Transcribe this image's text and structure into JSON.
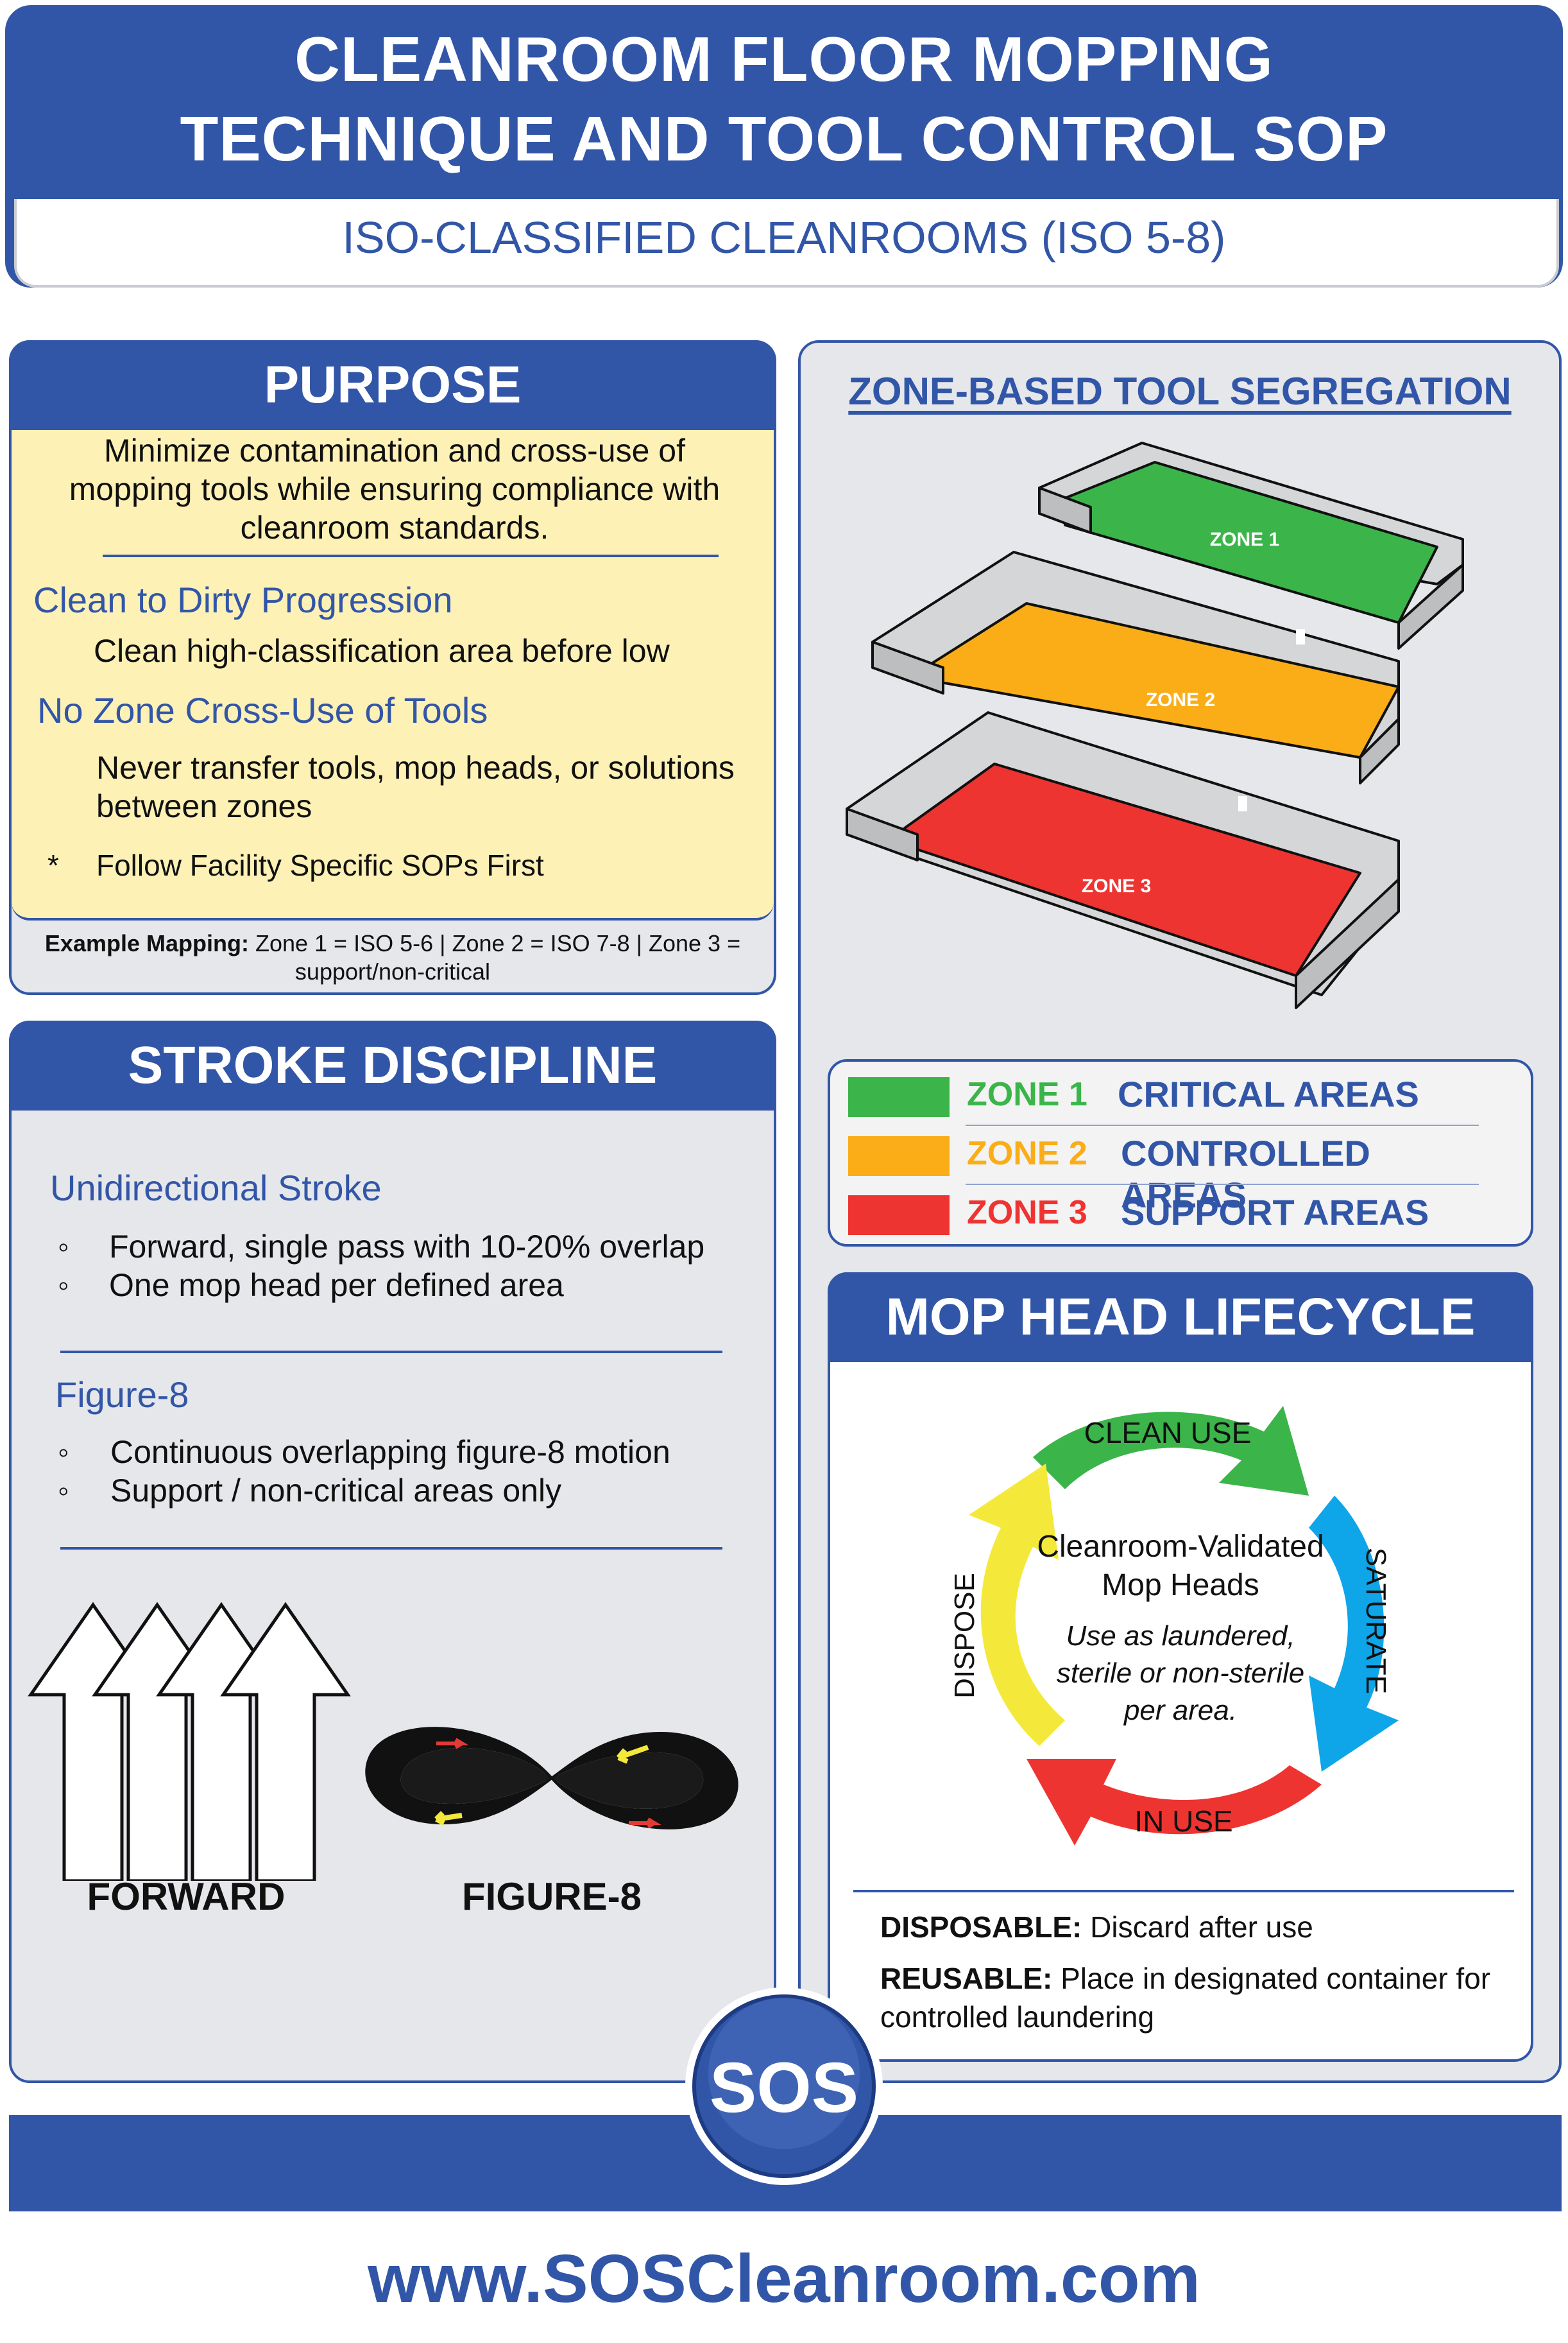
{
  "header": {
    "title_line1": "CLEANROOM FLOOR MOPPING",
    "title_line2": "TECHNIQUE AND TOOL CONTROL SOP",
    "subtitle": "ISO-CLASSIFIED CLEANROOMS (ISO 5-8)"
  },
  "purpose": {
    "heading": "PURPOSE",
    "intro": "Minimize contamination and cross-use of mopping tools while ensuring compliance with cleanroom standards.",
    "sections": [
      {
        "title": "Clean to Dirty Progression",
        "text": "Clean high-classification area before low"
      },
      {
        "title": "No Zone Cross-Use of Tools",
        "text": "Never transfer tools, mop heads, or solutions between zones"
      }
    ],
    "note_marker": "*",
    "note": "Follow Facility Specific SOPs First",
    "example_label": "Example Mapping:",
    "example_text": "Zone 1 = ISO 5-6 | Zone 2 = ISO 7-8 | Zone 3 = support/non-critical"
  },
  "stroke": {
    "heading": "STROKE DISCIPLINE",
    "uni_title": "Unidirectional Stroke",
    "uni_items": [
      "Forward, single pass with 10-20% overlap",
      "One mop head per defined area"
    ],
    "fig_title": "Figure-8",
    "fig_items": [
      "Continuous overlapping figure-8 motion",
      "Support / non-critical areas only"
    ],
    "bullet": "◦",
    "forward_label": "FORWARD",
    "figure8_label": "FIGURE-8"
  },
  "zones": {
    "heading": "ZONE-BASED TOOL SEGREGATION",
    "diagram_labels": [
      "ZONE 1",
      "ZONE 2",
      "ZONE 3"
    ],
    "legend": [
      {
        "zone": "ZONE 1",
        "area": "CRITICAL AREAS",
        "color": "#3bb54a"
      },
      {
        "zone": "ZONE 2",
        "area": "CONTROLLED AREAS",
        "color": "#fbad18"
      },
      {
        "zone": "ZONE 3",
        "area": "SUPPORT AREAS",
        "color": "#ee3431"
      }
    ]
  },
  "lifecycle": {
    "heading": "MOP HEAD LIFECYCLE",
    "stages": [
      "CLEAN USE",
      "SATURATE",
      "IN USE",
      "DISPOSE"
    ],
    "center_title": "Cleanroom-Validated Mop Heads",
    "center_text": "Use as laundered, sterile or non-sterile per area.",
    "disposable_label": "DISPOSABLE:",
    "disposable_text": "Discard after use",
    "reusable_label": "REUSABLE:",
    "reusable_text": "Place in designated container for controlled laundering"
  },
  "footer": {
    "logo": "SOS",
    "url": "www.SOSCleanroom.com"
  },
  "colors": {
    "brand_blue": "#3256a7",
    "zone1": "#3bb54a",
    "zone2": "#fbad18",
    "zone3": "#ee3431",
    "saturate": "#0ea5e9",
    "dispose": "#f4e93a",
    "purpose_bg": "#fdf1b6"
  }
}
